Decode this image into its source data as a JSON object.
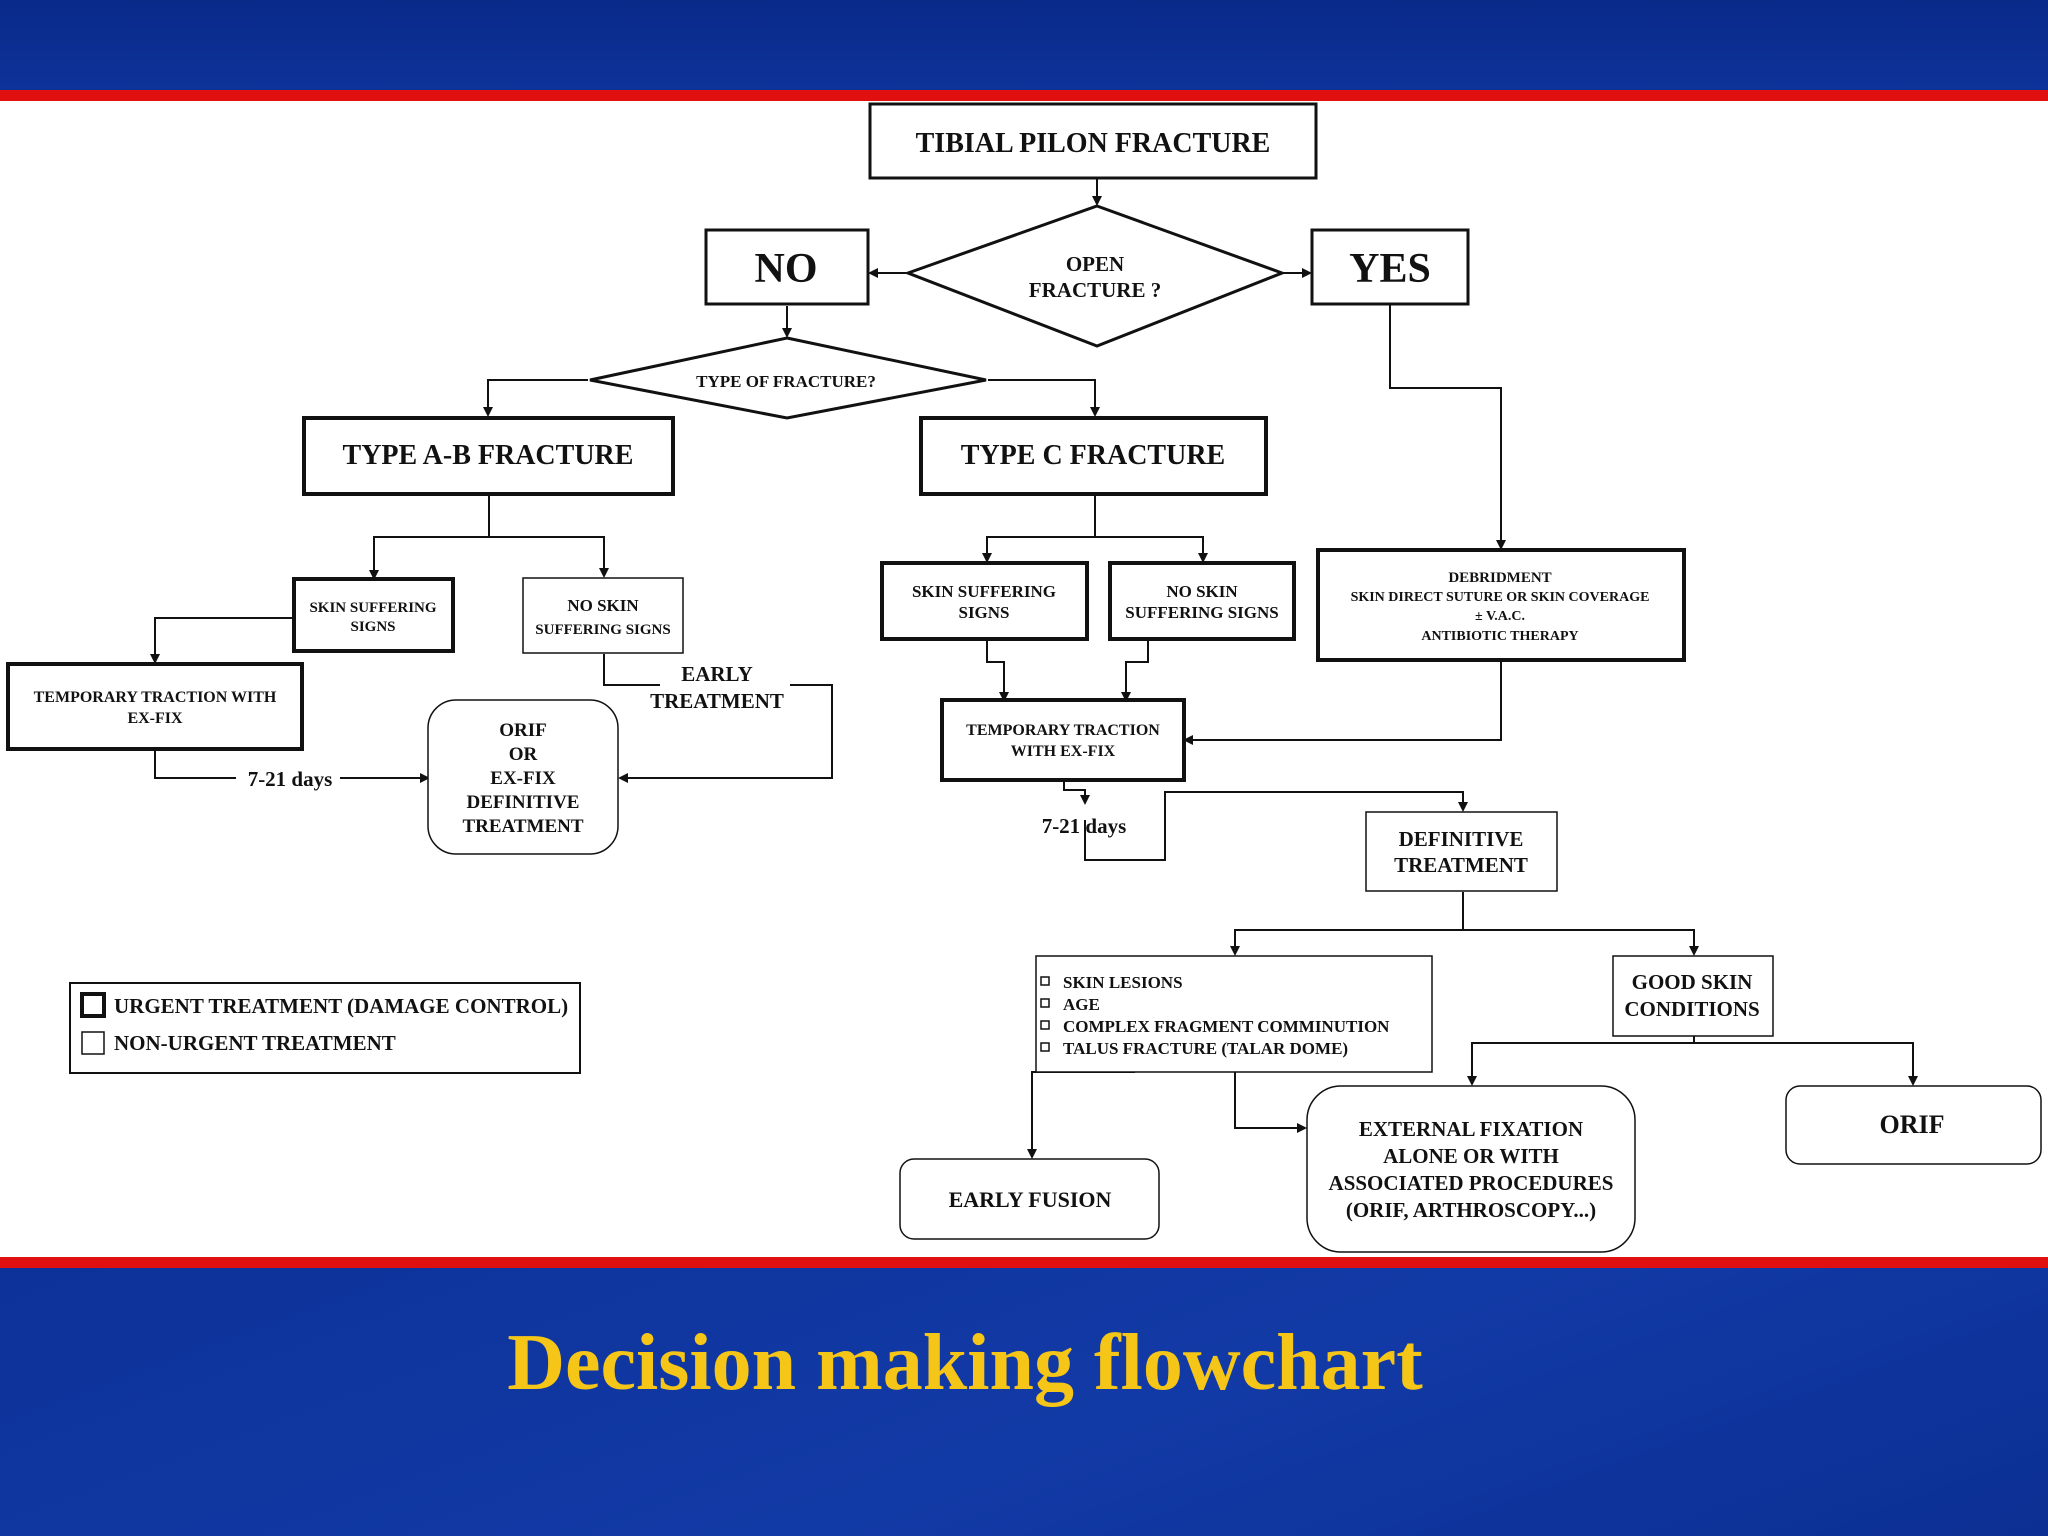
{
  "slide": {
    "title": "Decision making flowchart",
    "accent": "#f5c518",
    "bar_color": "#0d3299",
    "stripe_color": "#e01010"
  },
  "flowchart": {
    "root": "TIBIAL PILON FRACTURE",
    "decision_open": [
      "OPEN",
      "FRACTURE ?"
    ],
    "no": "NO",
    "yes": "YES",
    "decision_type": "TYPE OF FRACTURE?",
    "type_ab": "TYPE A-B FRACTURE",
    "type_c": "TYPE C FRACTURE",
    "ab_skin": [
      "SKIN SUFFERING",
      "SIGNS"
    ],
    "ab_noskin": [
      "NO SKIN",
      "SUFFERING SIGNS"
    ],
    "ab_traction": [
      "TEMPORARY TRACTION WITH",
      "EX-FIX"
    ],
    "ab_days": "7-21 days",
    "early_treatment": [
      "EARLY",
      "TREATMENT"
    ],
    "orif_box": [
      "ORIF",
      "OR",
      "EX-FIX",
      "DEFINITIVE",
      "TREATMENT"
    ],
    "c_skin": [
      "SKIN SUFFERING",
      "SIGNS"
    ],
    "c_noskin": [
      "NO SKIN",
      "SUFFERING SIGNS"
    ],
    "debridment": [
      "DEBRIDMENT",
      "SKIN DIRECT SUTURE OR SKIN COVERAGE",
      "± V.A.C.",
      "ANTIBIOTIC THERAPY"
    ],
    "c_traction": [
      "TEMPORARY TRACTION",
      "WITH EX-FIX"
    ],
    "c_days": "7-21 days",
    "definitive": [
      "DEFINITIVE",
      "TREATMENT"
    ],
    "factors": [
      "SKIN LESIONS",
      "AGE",
      "COMPLEX FRAGMENT COMMINUTION",
      "TALUS FRACTURE (TALAR DOME)"
    ],
    "good_skin": [
      "GOOD SKIN",
      "CONDITIONS"
    ],
    "early_fusion": "EARLY FUSION",
    "external_fixation": [
      "EXTERNAL FIXATION",
      "ALONE OR WITH",
      "ASSOCIATED PROCEDURES",
      "(ORIF, ARTHROSCOPY...)"
    ],
    "orif": "ORIF"
  },
  "legend": {
    "urgent": "URGENT TREATMENT (DAMAGE CONTROL)",
    "non_urgent": "NON-URGENT TREATMENT"
  }
}
